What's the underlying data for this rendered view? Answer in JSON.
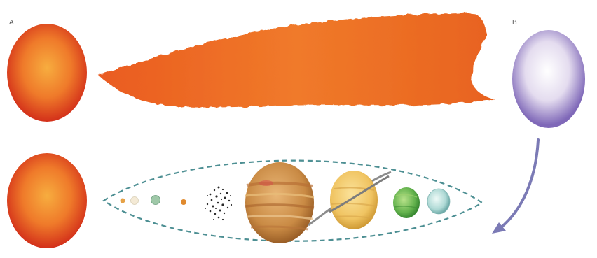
{
  "labels": {
    "panel_a": "A",
    "panel_b": "B"
  },
  "colors": {
    "sun_outer": "#d8331a",
    "sun_inner": "#f5a43a",
    "stream": "#ee6a22",
    "star_b_edge": "#7f68b8",
    "star_b_core": "#ffffff",
    "arrow": "#7b7ab5",
    "orbit_ellipse": "#4d8f93",
    "jupiter": "#c98a44",
    "saturn": "#f0c462",
    "uranus": "#63b24d",
    "neptune": "#aed9d5"
  },
  "icons": {
    "stream": "gas-filament",
    "arrow": "curved-arrow",
    "planets": [
      "mercury",
      "venus",
      "earth",
      "mars",
      "asteroid-belt",
      "jupiter",
      "saturn",
      "uranus",
      "neptune"
    ]
  }
}
